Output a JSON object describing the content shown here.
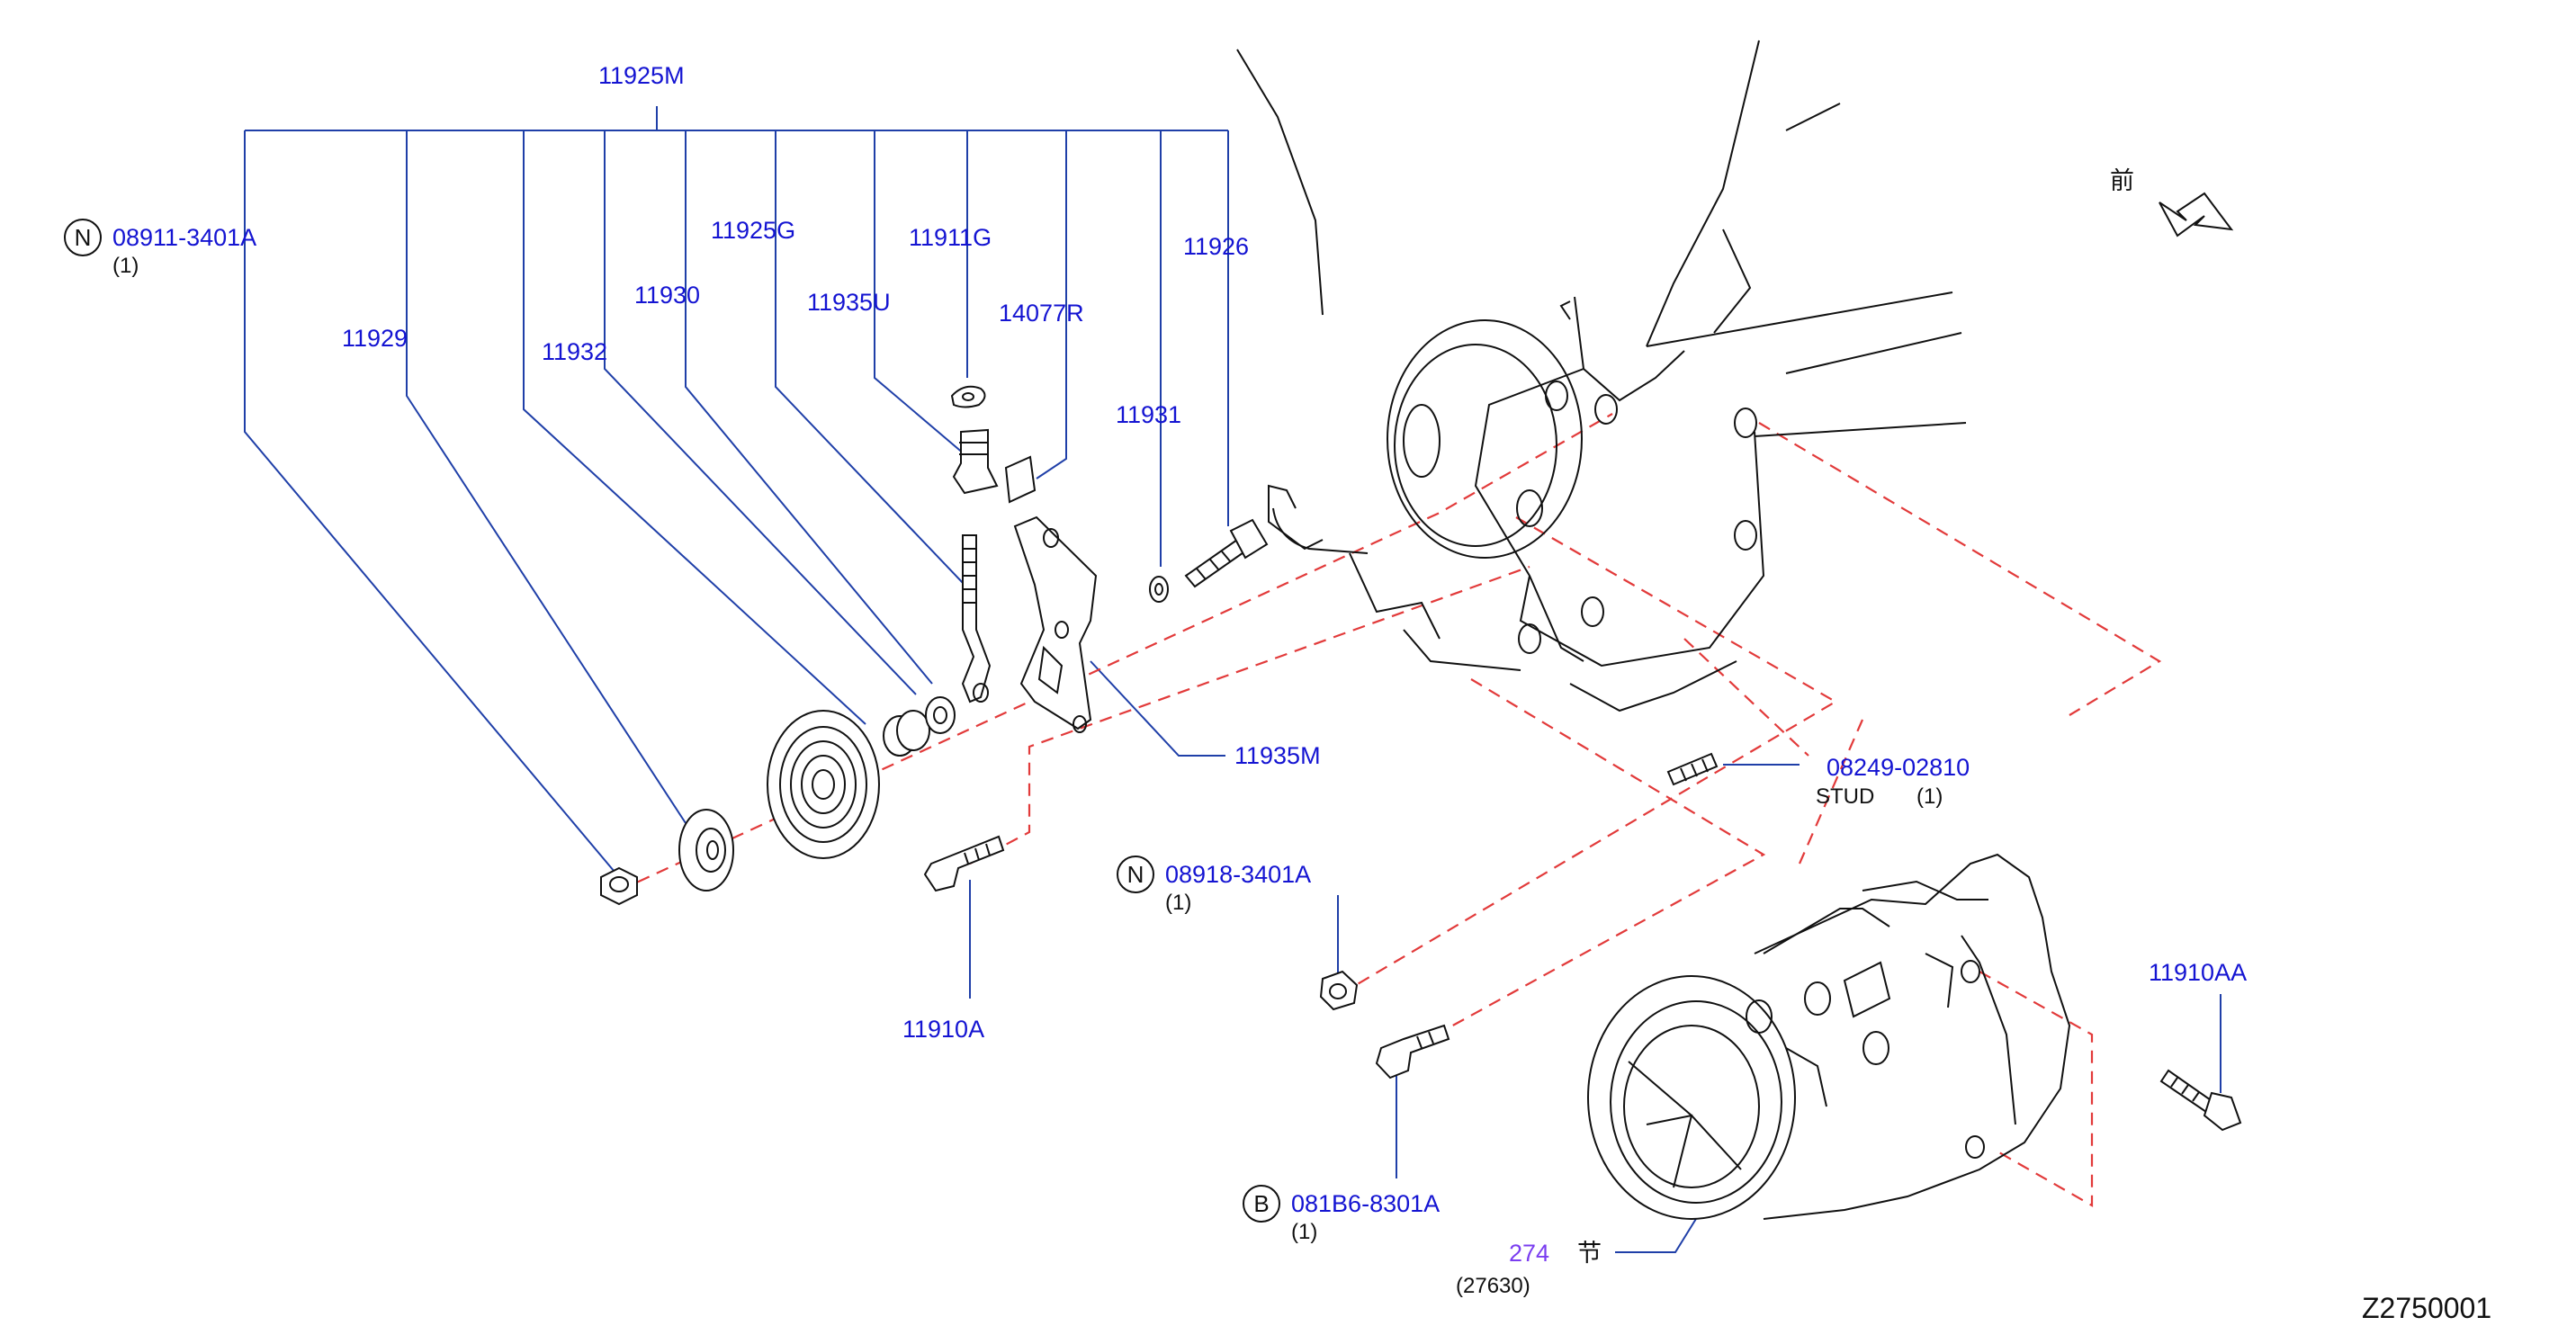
{
  "diagram_id": "Z2750001",
  "front_marker": {
    "text": "前"
  },
  "labels": {
    "top_group": "11925M",
    "p08911_code": "08911-3401A",
    "p08911_qty": "(1)",
    "p08911_symbol": "N",
    "p11929": "11929",
    "p11932": "11932",
    "p11930": "11930",
    "p11925G": "11925G",
    "p11935U": "11935U",
    "p11911G": "11911G",
    "p14077R": "14077R",
    "p11931": "11931",
    "p11926": "11926",
    "p11935M": "11935M",
    "p11910A": "11910A",
    "p08249_code": "08249-02810",
    "p08249_stud": "STUD",
    "p08249_qty": "(1)",
    "p08918_code": "08918-3401A",
    "p08918_qty": "(1)",
    "p08918_symbol": "N",
    "p081B6_code": "081B6-8301A",
    "p081B6_qty": "(1)",
    "p081B6_symbol": "B",
    "p11910AA": "11910AA",
    "compressor_ref": "274",
    "compressor_section": "节",
    "compressor_part": "(27630)"
  },
  "colors": {
    "label_blue": "#1414d2",
    "leader_blue": "#1f3fa8",
    "dashed_red": "#e23a3a",
    "ref_purple": "#7a3df0",
    "outline_black": "#111111"
  }
}
